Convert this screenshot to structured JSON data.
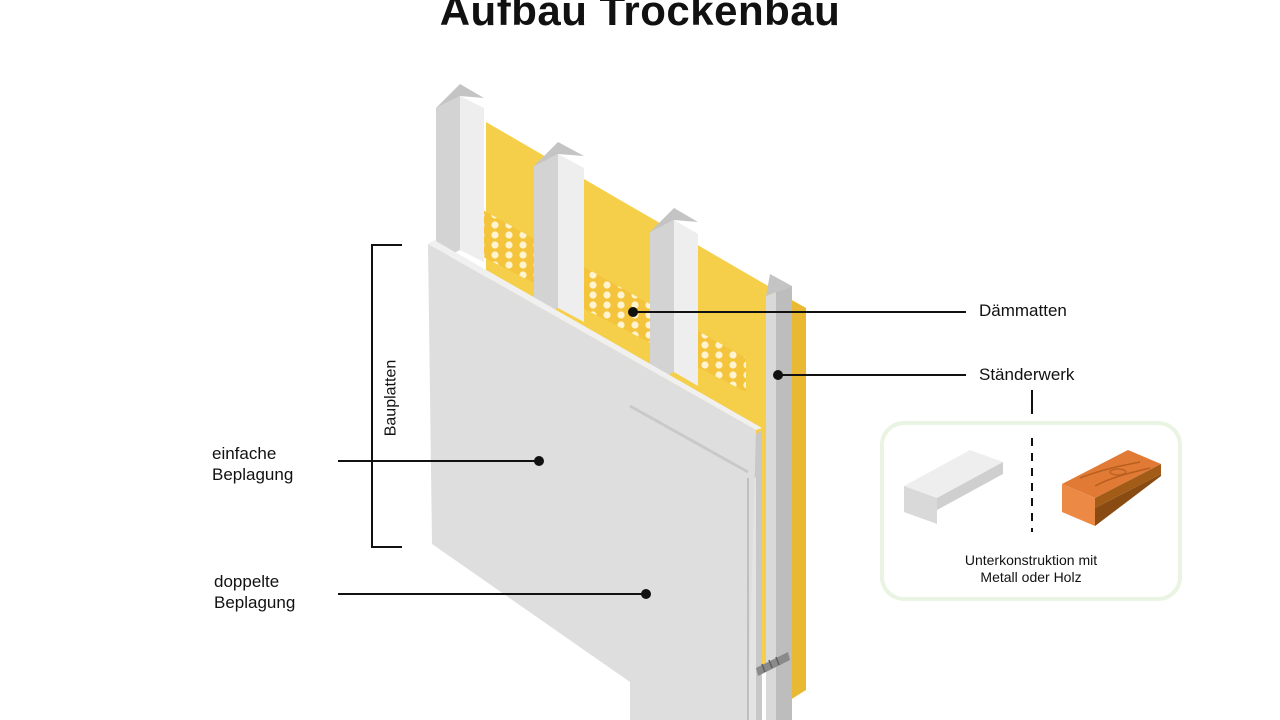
{
  "title": "Aufbau Trockenbau",
  "labels": {
    "daemmatten": "Dämmatten",
    "staenderwerk": "Ständerwerk",
    "bauplatten": "Bauplatten",
    "einfache_beplankung": [
      "einfache",
      "Beplagung"
    ],
    "doppelte_beplankung": [
      "doppelte",
      "Beplagung"
    ],
    "unterkonstruktion": [
      "Unterkonstruktion mit",
      "Metall oder Holz"
    ]
  },
  "colors": {
    "insulation": "#f6cf4a",
    "stud": "#e1e1e1",
    "board": "#dcdcdc",
    "wood": "#e07a35",
    "callout_border": "#eaf4e2"
  }
}
